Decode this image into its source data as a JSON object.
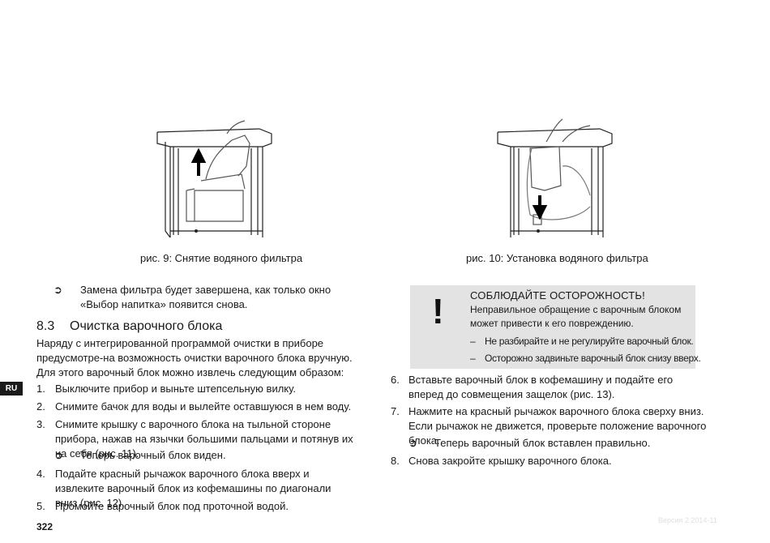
{
  "figures": [
    {
      "caption": "рис. 9:  Снятие водяного фильтра",
      "icon": "filter-removal-illustration"
    },
    {
      "caption": "рис. 10:    Установка водяного фильтра",
      "icon": "filter-installation-illustration"
    }
  ],
  "left": {
    "result_1": "Замена фильтра будет завершена, как только окно «Выбор напитка» появится снова.",
    "section_number": "8.3",
    "section_title": "Очистка варочного блока",
    "intro": "Наряду с интегрированной программой очистки в приборе предусмотре-на возможность очистки варочного блока вручную. Для этого варочный блок можно извлечь следующим образом:",
    "steps": [
      {
        "n": "1.",
        "text": "Выключите прибор и выньте штепсельную вилку."
      },
      {
        "n": "2.",
        "text": "Снимите бачок для воды и вылейте оставшуюся в нем воду."
      },
      {
        "n": "3.",
        "text": "Снимите крышку с варочного блока на тыльной стороне прибора, нажав на язычки большими пальцами и потянув их на себя (рис. 11)."
      },
      {
        "n": "4.",
        "text": "Подайте красный рычажок варочного блока вверх и извлеките варочный блок из кофемашины по диагонали вниз (рис. 12)."
      },
      {
        "n": "5.",
        "text": "Промойте варочный блок под проточной водой."
      }
    ],
    "result_2": "Теперь варочный блок виден."
  },
  "warning": {
    "mark": "!",
    "title": "СОБЛЮДАЙТЕ ОСТОРОЖНОСТЬ!",
    "text": "Неправильное  обращение с варочным блоком может привести к его повреждению.",
    "items": [
      "Не разбирайте и не регулируйте варочный блок.",
      "Осторожно задвиньте варочный блок снизу вверх."
    ],
    "dash": "–"
  },
  "right": {
    "steps": [
      {
        "n": "6.",
        "text": "Вставьте варочный блок в кофемашину и подайте его вперед до совмещения защелок (рис. 13)."
      },
      {
        "n": "7.",
        "text": "Нажмите на красный рычажок варочного блока сверху вниз. Если рычажок не движется, проверьте положение варочного блока."
      },
      {
        "n": "8.",
        "text": "Снова закройте крышку варочного блока."
      }
    ],
    "result": "Теперь варочный блок вставлен правильно."
  },
  "result_arrow": "➲",
  "lang_tab": "RU",
  "page_number": "322",
  "version": "Версия 2   2014-11"
}
